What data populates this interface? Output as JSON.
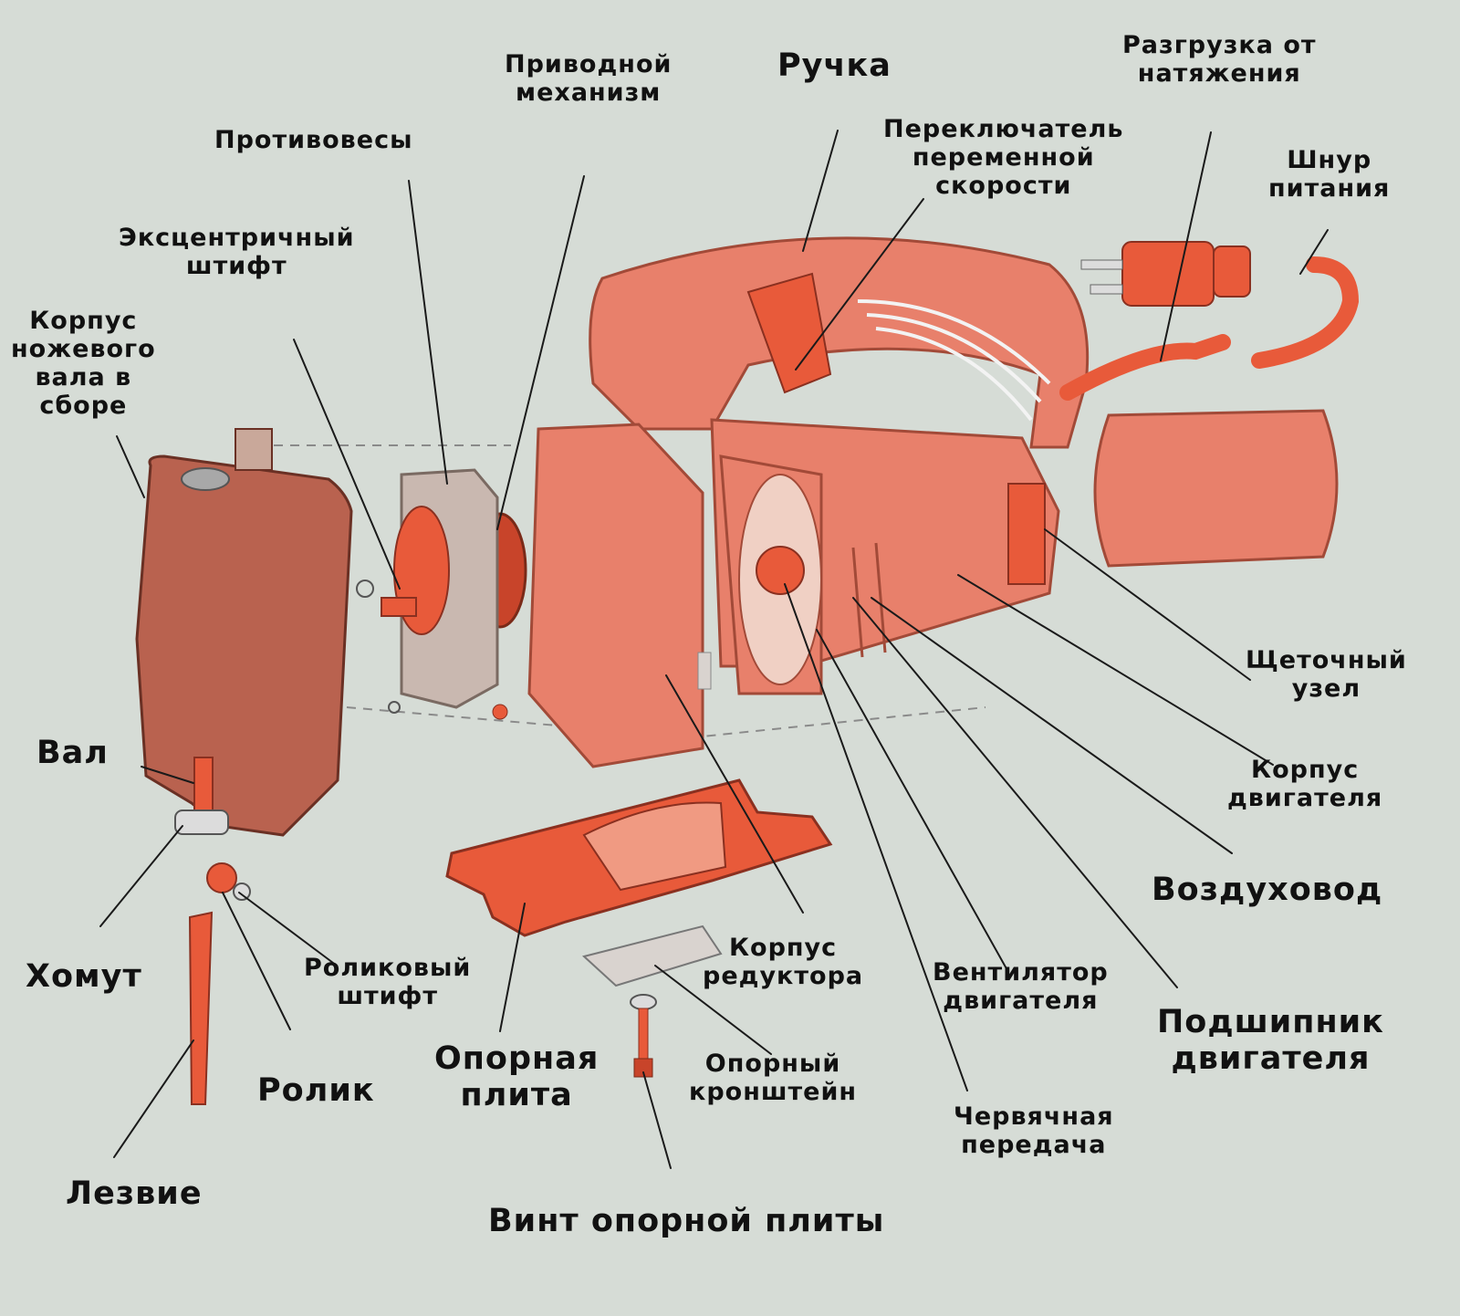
{
  "labels": {
    "drive_mechanism": [
      "Приводной",
      "механизм"
    ],
    "handle": [
      "Ручка"
    ],
    "strain_relief": [
      "Разгрузка от",
      "натяжения"
    ],
    "speed_switch": [
      "Переключатель",
      "переменной",
      "скорости"
    ],
    "counterweights": [
      "Противовесы"
    ],
    "power_cord": [
      "Шнур",
      "питания"
    ],
    "eccentric_pin": [
      "Эксцентричный",
      "штифт"
    ],
    "blade_shaft_housing": [
      "Корпус",
      "ножевого",
      "вала в",
      "сборе"
    ],
    "shaft": [
      "Вал"
    ],
    "brush_unit": [
      "Щеточный",
      "узел"
    ],
    "motor_housing": [
      "Корпус",
      "двигателя"
    ],
    "air_duct": [
      "Воздуховод"
    ],
    "clamp": [
      "Хомут"
    ],
    "roller_pin": [
      "Роликовый",
      "штифт"
    ],
    "gear_housing": [
      "Корпус",
      "редуктора"
    ],
    "motor_fan": [
      "Вентилятор",
      "двигателя"
    ],
    "motor_bearing": [
      "Подшипник",
      "двигателя"
    ],
    "roller": [
      "Ролик"
    ],
    "base_plate": [
      "Опорная",
      "плита"
    ],
    "support_bracket": [
      "Опорный",
      "кронштейн"
    ],
    "worm_gear": [
      "Червячная",
      "передача"
    ],
    "blade": [
      "Лезвие"
    ],
    "base_plate_screw": [
      "Винт опорной плиты"
    ]
  },
  "colors": {
    "background": "#d6dcd6",
    "part_salmon": "#e8806b",
    "part_dark": "#b9624f",
    "part_orange": "#e85a3a",
    "part_grey": "#c9b8b0",
    "leader_line": "#1a1a1a",
    "text": "#111111"
  }
}
